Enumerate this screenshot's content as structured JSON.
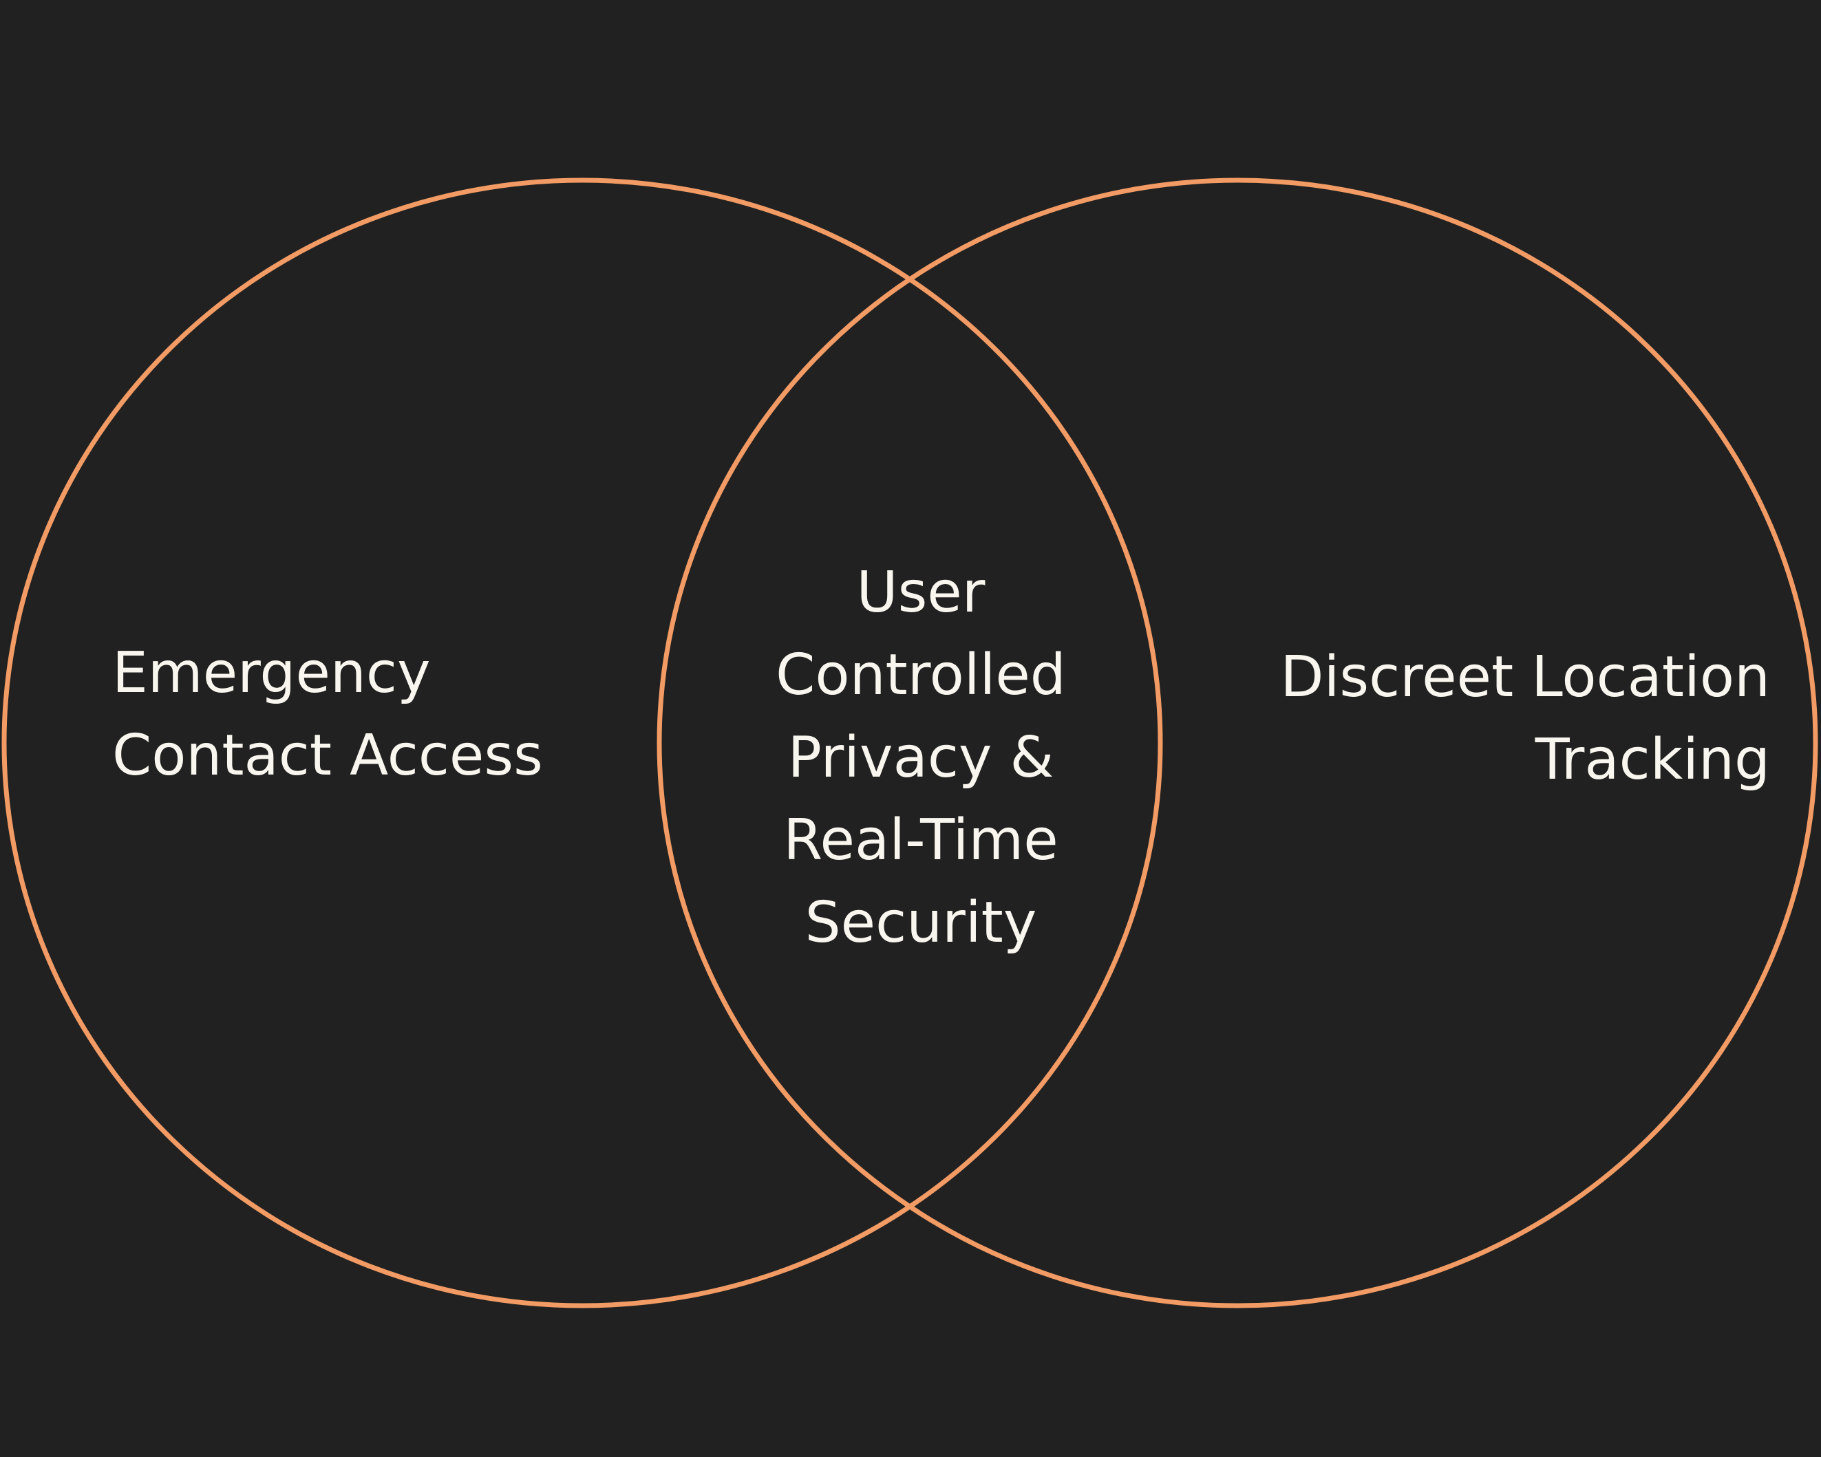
{
  "diagram": {
    "type": "venn",
    "colors": {
      "background": "#212121",
      "circle_stroke": "#f29b64",
      "text": "#f8f6ee"
    },
    "sets": [
      {
        "label": "Emergency\nContact Access"
      },
      {
        "label": "Discreet Location\nTracking"
      }
    ],
    "intersection": {
      "label": "User\nControlled\nPrivacy &\nReal-Time\nSecurity"
    }
  }
}
